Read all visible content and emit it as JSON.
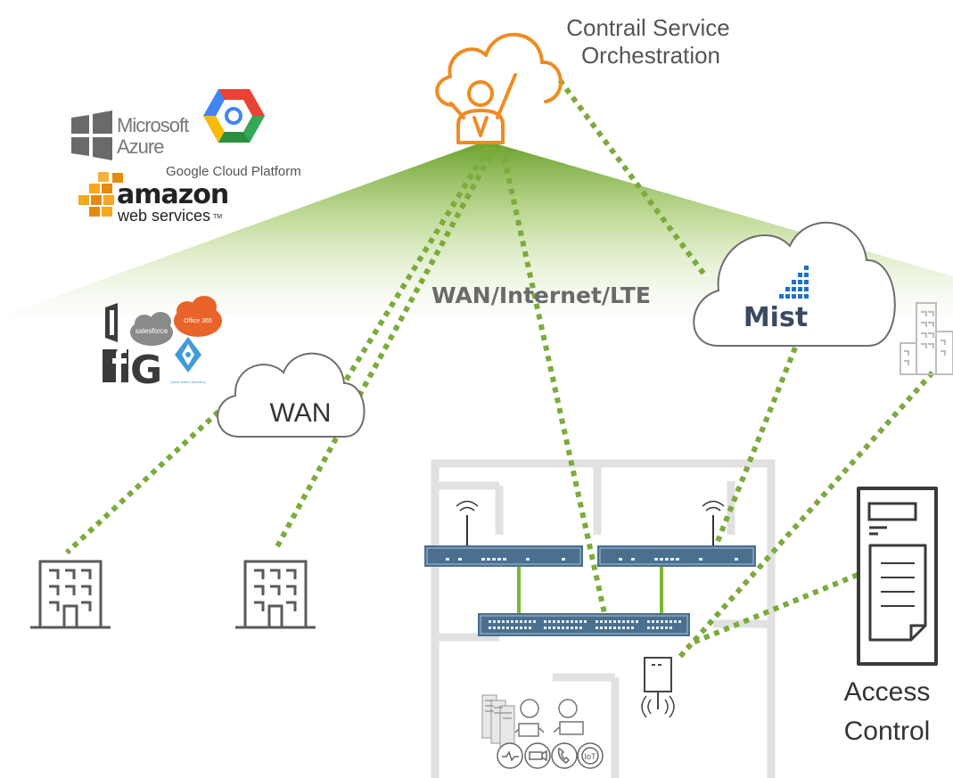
{
  "orchestrator": {
    "line1": "Contrail Service",
    "line2": "Orchestration"
  },
  "cloud_providers": {
    "azure_line1": "Microsoft",
    "azure_line2": "Azure",
    "google": "Google Cloud Platform",
    "aws_line1": "amazon",
    "aws_line2": "web services",
    "aws_tm": "TM"
  },
  "saas_apps": {
    "salesforce": "salesforce",
    "office": "Office 365",
    "azure_ad": "Azure Active Directory",
    "google_letter": "G"
  },
  "transport_label": "WAN/Internet/LTE",
  "wan_cloud": {
    "label": "WAN"
  },
  "mist_cloud": {
    "label": "Mist"
  },
  "access_control": {
    "line1": "Access",
    "line2": "Control"
  },
  "device_icons": {
    "iot": "IoT"
  },
  "colors": {
    "link": "#7bab3a",
    "fan_top": "#6fa72b",
    "orchestrator": "#ef8b22",
    "switch": "#4a6f8f",
    "outline": "#5a5a5a",
    "mist_blue": "#1a73c9",
    "text": "#444444"
  }
}
